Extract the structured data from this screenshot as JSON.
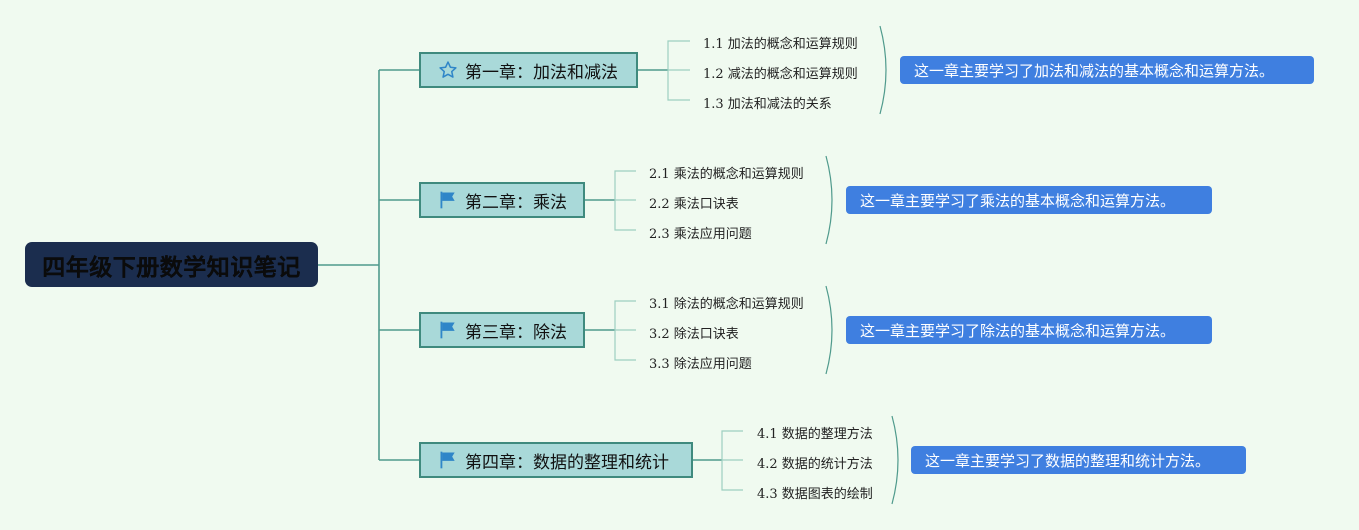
{
  "root": {
    "title": "四年级下册数学知识笔记"
  },
  "colors": {
    "background": "#f0faf0",
    "root_fill": "#1b2d4e",
    "chapter_fill": "#a9d9d9",
    "chapter_border": "#3f8a7e",
    "connector": "#4f9a8c",
    "summary_fill": "#3f7fe0",
    "icon_blue": "#2f86c8"
  },
  "chapters": [
    {
      "title": "第一章：加法和减法",
      "icon": "star-icon",
      "topics": [
        "1.1 加法的概念和运算规则",
        "1.2 减法的概念和运算规则",
        "1.3 加法和减法的关系"
      ],
      "summary": "这一章主要学习了加法和减法的基本概念和运算方法。"
    },
    {
      "title": "第二章：乘法",
      "icon": "flag-icon",
      "topics": [
        "2.1 乘法的概念和运算规则",
        "2.2 乘法口诀表",
        "2.3 乘法应用问题"
      ],
      "summary": "这一章主要学习了乘法的基本概念和运算方法。"
    },
    {
      "title": "第三章：除法",
      "icon": "flag-icon",
      "topics": [
        "3.1 除法的概念和运算规则",
        "3.2 除法口诀表",
        "3.3 除法应用问题"
      ],
      "summary": "这一章主要学习了除法的基本概念和运算方法。"
    },
    {
      "title": "第四章：数据的整理和统计",
      "icon": "flag-icon",
      "topics": [
        "4.1 数据的整理方法",
        "4.2 数据的统计方法",
        "4.3 数据图表的绘制"
      ],
      "summary": "这一章主要学习了数据的整理和统计方法。"
    }
  ]
}
